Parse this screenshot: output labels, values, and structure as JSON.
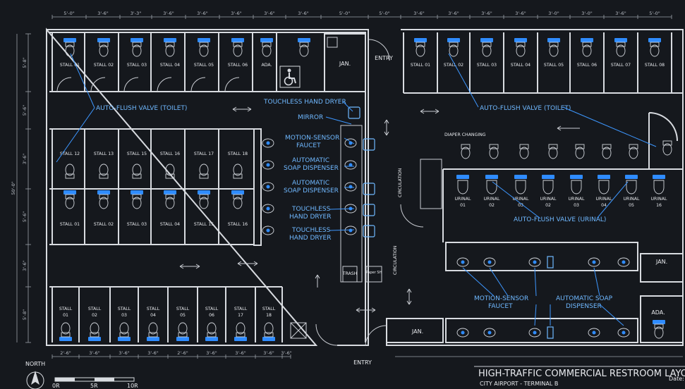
{
  "title": "HIGH-TRAFFIC COMMERCIAL RESTROOM LAYOUT PL",
  "subtitle": "CITY AIRPORT - TERMINAL B",
  "date_label": "Date:",
  "north_label": "NORTH",
  "scale_labels": [
    "0R",
    "5R",
    "10R"
  ],
  "entry_top": "ENTRY",
  "entry_bottom": "ENTRY",
  "jan_labels": [
    "JAN.",
    "JAN.",
    "JAN."
  ],
  "ada_labels": [
    "ADA.",
    "ADA."
  ],
  "trash_label": "TRASH",
  "sh_label": "Paper SH",
  "diaper_label": "DIAPER CHANGING",
  "circulation_labels": [
    "CIRCULATION",
    "CIRCULATION"
  ],
  "left_top_stalls": [
    "STALL 01",
    "STALL 02",
    "STALL 03",
    "STALL 04",
    "STALL 05",
    "STALL 06"
  ],
  "left_mid_stalls": [
    "STALL 12",
    "STALL 13",
    "STALL 15",
    "STALL 16",
    "STALL 17",
    "STALL 18"
  ],
  "left_mid2_stalls": [
    "STALL 01",
    "STALL 02",
    "STALL 03",
    "STALL 04",
    "STALL 15",
    "STALL 16"
  ],
  "left_bottom_stalls": [
    "STALL 01",
    "STALL 02",
    "STALL 03",
    "STALL 04",
    "STALL 05",
    "STALL 06",
    "STALL 17",
    "STALL 18"
  ],
  "right_top_stalls": [
    "STALL 01",
    "STALL 02",
    "STALL 03",
    "STALL 04",
    "STALL 05",
    "STALL 06",
    "STALL 07",
    "STALL 08"
  ],
  "urinals": [
    "URINAL 01",
    "URINAL 02",
    "URINAL 03",
    "URINAL 02",
    "URINAL 03",
    "URINAL 04",
    "URINAL 05",
    "URINAL 16"
  ],
  "callouts": {
    "auto_flush_toilet_left": "AUTO-FLUSH VALVE (TOILET)",
    "auto_flush_toilet_right": "AUTO-FLUSH VALVE (TOILET)",
    "touchless_dryer_top": "TOUCHLESS HAND DRYER",
    "mirror": "MIRROR",
    "motion_faucet_1": "MOTION-SENSOR",
    "motion_faucet_2": "FAUCET",
    "soap_a1": "AUTOMATIC",
    "soap_a2": "SOAP DISPENSER",
    "soap_b1": "AUTOMATIC",
    "soap_b2": "SOAP DISPENSER",
    "dryer_a1": "TOUCHLESS",
    "dryer_a2": "HAND DRYER",
    "dryer_b1": "TOUCHLESS",
    "dryer_b2": "HAND DRYER",
    "auto_flush_urinal": "AUTO-FLUSH VALVE (URINAL)",
    "motion_faucet_r1": "MOTION-SENSOR",
    "motion_faucet_r2": "FAUCET",
    "soap_r1": "AUTOMATIC SOAP",
    "soap_r2": "DISPENSER"
  },
  "top_dims": [
    "5'-0\"",
    "3'-6\"",
    "3'-3\"",
    "3'-6\"",
    "3'-6\"",
    "3'-6\"",
    "3'-6\"",
    "3'-6\"",
    "5'-0\"",
    "5'-0\"",
    "3'-6\"",
    "3'-6\"",
    "3'-6\"",
    "3'-6\"",
    "3'-0\"",
    "3'-0\"",
    "3'-6\"",
    "5'-0\""
  ],
  "bottom_dims": [
    "2'-6\"",
    "3'-6\"",
    "3'-6\"",
    "3'-6\"",
    "2'-6\"",
    "3'-6\"",
    "3'-6\"",
    "3'-6\"",
    "3'-6\""
  ],
  "side_dims": [
    "5'-8\"",
    "5'-6\"",
    "3'-6\"",
    "5'-6\"",
    "3'-6\"",
    "5'-8\""
  ],
  "side_total": "50'-0\"",
  "colors": {
    "background": "#15181d",
    "walls": "#d8dbe0",
    "accent": "#2f8cff",
    "callout": "#6fb8ff"
  }
}
